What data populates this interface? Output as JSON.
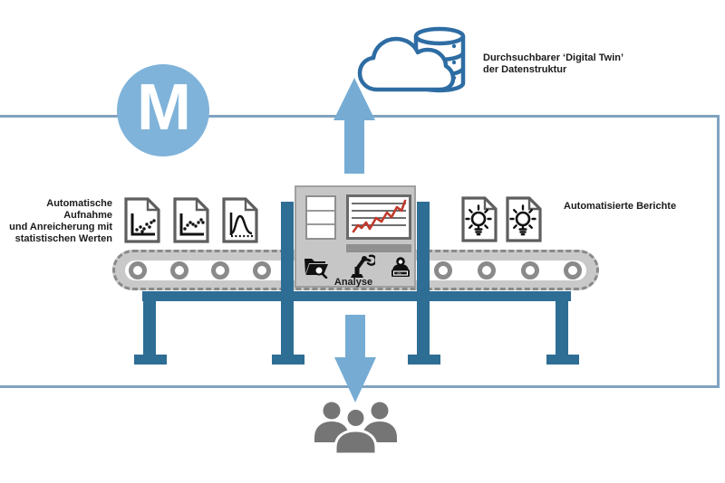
{
  "diagram": {
    "logo": {
      "letter": "M"
    },
    "cloud_label": {
      "line1": "Durchsuchbarer ‘Digital Twin’",
      "line2": "der Datenstruktur"
    },
    "ingest_label": {
      "line1": "Automatische Aufnahme",
      "line2": "und Anreicherung mit",
      "line3": "statistischen Werten"
    },
    "reports_label": "Automatisierte Berichte",
    "machine_label": "Analyse"
  },
  "colors": {
    "accent_light_blue": "#7FB3DA",
    "arrow_blue": "#76ACD4",
    "structure_dark_blue": "#2E6D94",
    "frame_border": "#80A3C0",
    "cloud_db_outline": "#2E6DA4",
    "belt_gray": "#C9C9C9",
    "belt_dash_gray": "#8A8A8A",
    "machine_panel_gray": "#C6C6C6",
    "chart_line_red": "#C0392B",
    "people_gray": "#757575",
    "icon_black": "#111111",
    "text": "#1B1B1B"
  }
}
